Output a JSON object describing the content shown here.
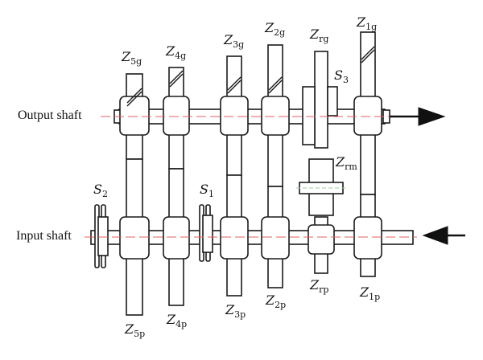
{
  "diagram": {
    "shafts": {
      "output_label": "Output shaft",
      "input_label": "Input shaft"
    },
    "gears": {
      "z5g": {
        "main": "Z",
        "sub": "5g"
      },
      "z4g": {
        "main": "Z",
        "sub": "4g"
      },
      "z3g": {
        "main": "Z",
        "sub": "3g"
      },
      "z2g": {
        "main": "Z",
        "sub": "2g"
      },
      "zrg": {
        "main": "Z",
        "sub": "rg"
      },
      "z1g": {
        "main": "Z",
        "sub": "1g"
      },
      "zrm": {
        "main": "Z",
        "sub": "rm"
      },
      "z5p": {
        "main": "Z",
        "sub": "5p"
      },
      "z4p": {
        "main": "Z",
        "sub": "4p"
      },
      "z3p": {
        "main": "Z",
        "sub": "3p"
      },
      "z2p": {
        "main": "Z",
        "sub": "2p"
      },
      "zrp": {
        "main": "Z",
        "sub": "rp"
      },
      "z1p": {
        "main": "Z",
        "sub": "1p"
      }
    },
    "synchronizers": {
      "s1": {
        "main": "S",
        "sub": "1"
      },
      "s2": {
        "main": "S",
        "sub": "2"
      },
      "s3": {
        "main": "S",
        "sub": "3"
      }
    },
    "colors": {
      "line": "#1a1a1a",
      "centerline": "#e06060",
      "idler_centerline": "#a0c8a0"
    }
  }
}
